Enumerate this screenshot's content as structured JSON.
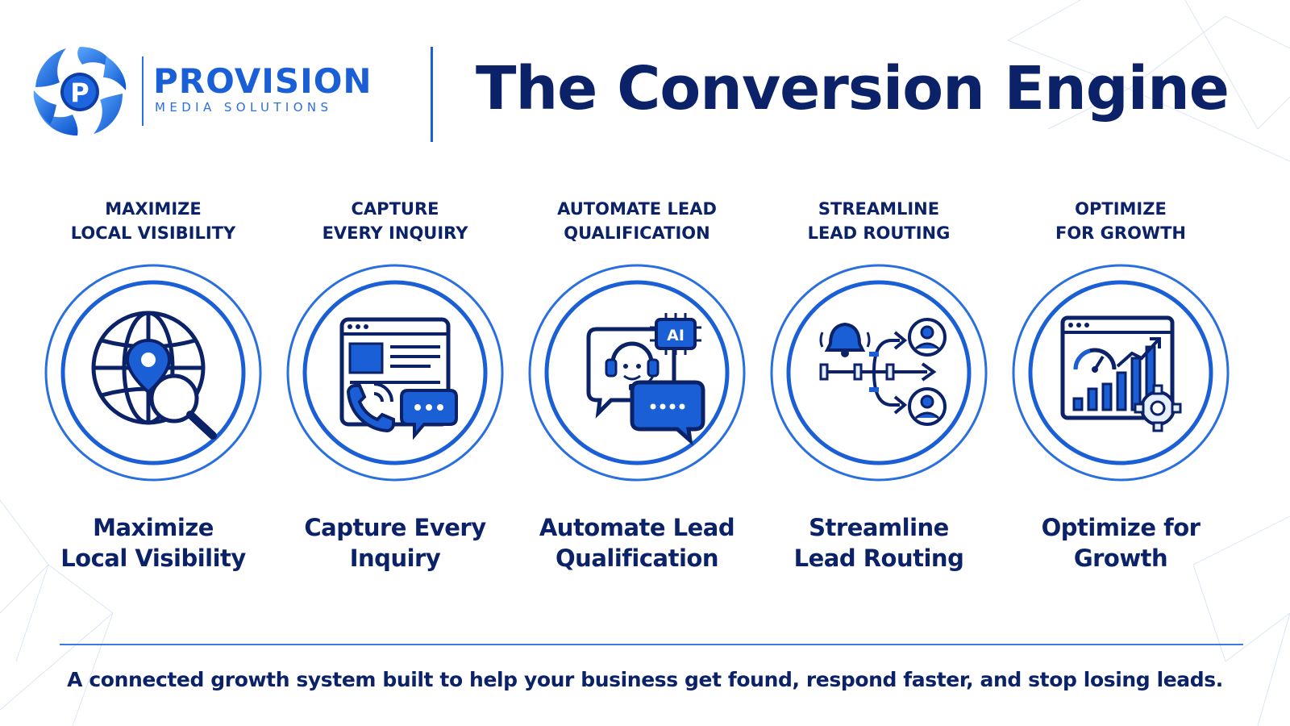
{
  "brand": {
    "name": "PROVISION",
    "subtitle": "MEDIA SOLUTIONS"
  },
  "title": "The Conversion Engine",
  "colors": {
    "navy": "#0b2268",
    "blue": "#1a5fd6",
    "ring": "#2a6fe0",
    "light": "#e8f0fd"
  },
  "steps": [
    {
      "heading_line1": "MAXIMIZE",
      "heading_line2": "LOCAL VISIBILITY",
      "label_line1": "Maximize",
      "label_line2": "Local Visibility",
      "icon": "globe-location-search-icon"
    },
    {
      "heading_line1": "CAPTURE",
      "heading_line2": "EVERY INQUIRY",
      "label_line1": "Capture Every",
      "label_line2": "Inquiry",
      "icon": "web-form-phone-chat-icon"
    },
    {
      "heading_line1": "AUTOMATE LEAD",
      "heading_line2": "QUALIFICATION",
      "label_line1": "Automate Lead",
      "label_line2": "Qualification",
      "icon": "ai-chat-agent-icon",
      "badge": "AI"
    },
    {
      "heading_line1": "STREAMLINE",
      "heading_line2": "LEAD ROUTING",
      "label_line1": "Streamline",
      "label_line2": "Lead Routing",
      "icon": "lead-routing-icon"
    },
    {
      "heading_line1": "OPTIMIZE",
      "heading_line2": "FOR GROWTH",
      "label_line1": "Optimize for",
      "label_line2": "Growth",
      "icon": "growth-dashboard-icon"
    }
  ],
  "tagline": "A connected growth system built to help your business get found, respond faster, and stop losing leads."
}
